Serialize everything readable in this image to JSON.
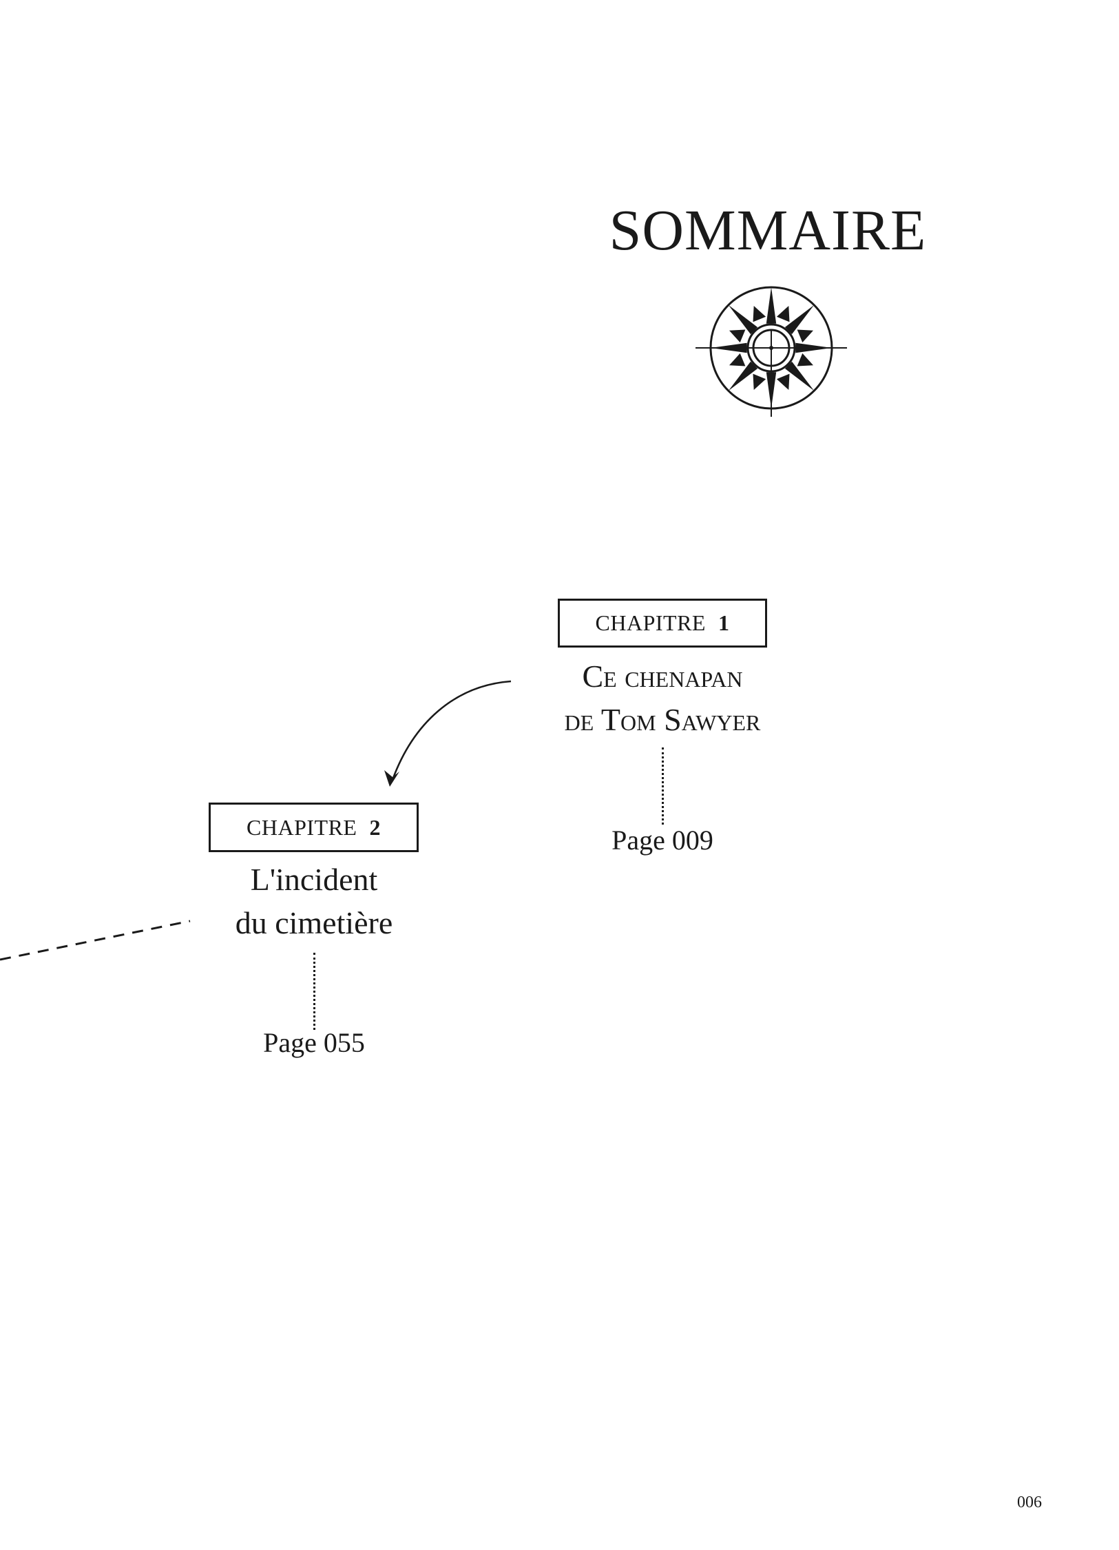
{
  "heading": "SOMMAIRE",
  "chapters": [
    {
      "label": "CHAPITRE",
      "number": "1",
      "title_line1": "Ce chenapan",
      "title_line2": "de Tom Sawyer",
      "page": "Page 009"
    },
    {
      "label": "CHAPITRE",
      "number": "2",
      "title_line1": "L'incident",
      "title_line2": "du cimetière",
      "page": "Page 055"
    }
  ],
  "folio": "006",
  "icons": {
    "compass": "compass-rose-icon",
    "arrow": "curved-arrow-icon"
  }
}
